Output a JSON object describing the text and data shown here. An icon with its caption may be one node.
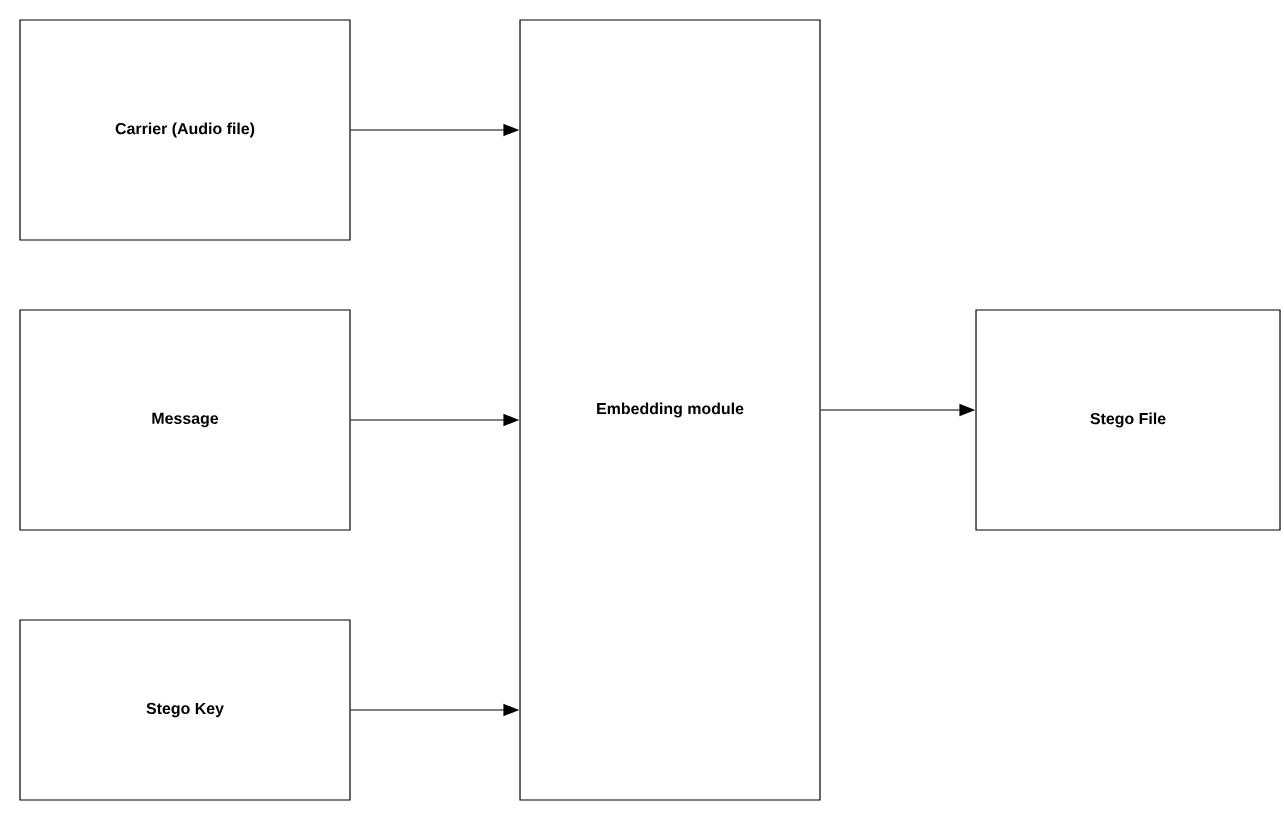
{
  "diagram": {
    "nodes": [
      {
        "text": [
          "Carrier (Audio file)"
        ]
      },
      {
        "text": [
          "Message"
        ]
      },
      {
        "text": [
          "Stego Key"
        ]
      },
      {
        "text": [
          "Embedding module"
        ]
      },
      {
        "text": [
          "Stego File"
        ]
      }
    ],
    "edges": [
      {
        "from": 0,
        "to": 3,
        "arrow": "to"
      },
      {
        "from": 1,
        "to": 3,
        "arrow": "to"
      },
      {
        "from": 2,
        "to": 3,
        "arrow": "to"
      },
      {
        "from": 3,
        "to": 4,
        "arrow": "to"
      }
    ]
  }
}
